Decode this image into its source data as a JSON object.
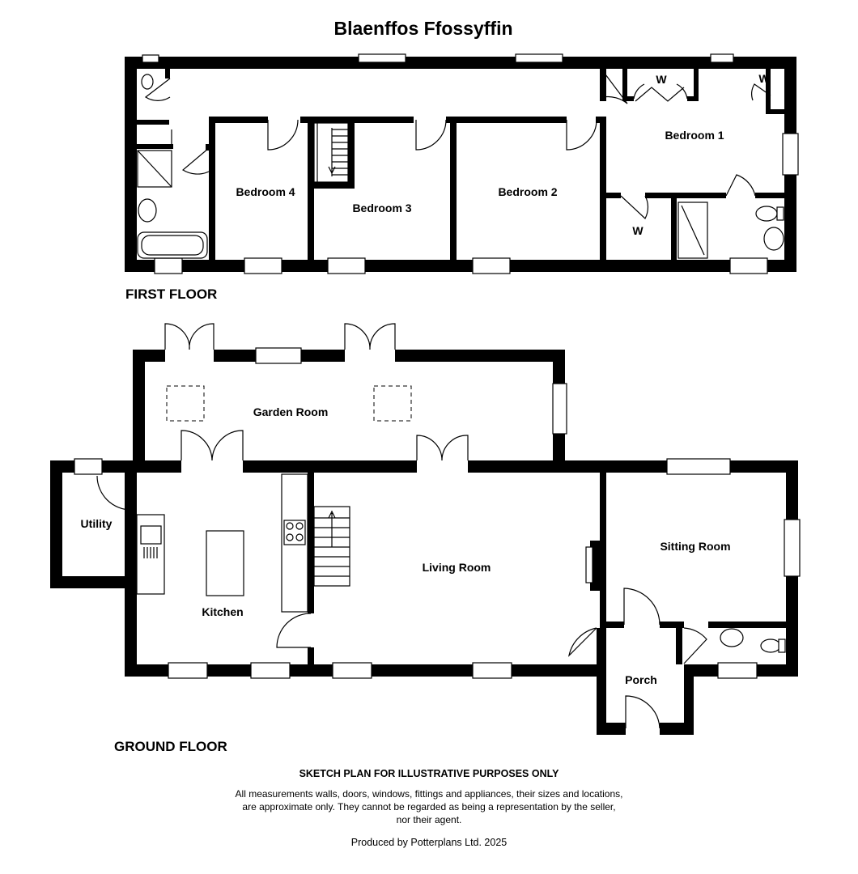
{
  "title": "Blaenffos Ffossyffin",
  "floors": {
    "first": "FIRST FLOOR",
    "ground": "GROUND FLOOR"
  },
  "rooms": {
    "bedroom1": "Bedroom 1",
    "bedroom2": "Bedroom 2",
    "bedroom3": "Bedroom 3",
    "bedroom4": "Bedroom 4",
    "wardrobe_label": "W",
    "garden_room": "Garden Room",
    "utility": "Utility",
    "kitchen": "Kitchen",
    "living_room": "Living Room",
    "sitting_room": "Sitting Room",
    "porch": "Porch"
  },
  "disclaimer": {
    "heading": "SKETCH PLAN FOR ILLUSTRATIVE PURPOSES ONLY",
    "body": "All measurements walls, doors, windows, fittings and appliances, their sizes and locations, are approximate only. They cannot be regarded as being a representation by the seller, nor their agent.",
    "credit": "Produced by Potterplans Ltd. 2025"
  }
}
